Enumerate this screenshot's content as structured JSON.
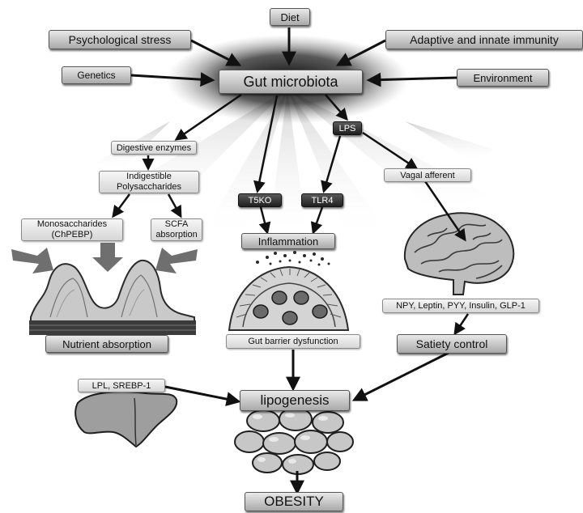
{
  "nodes": {
    "diet": "Diet",
    "psychological_stress": "Psychological stress",
    "adaptive_immunity": "Adaptive and innate immunity",
    "genetics": "Genetics",
    "gut_microbiota": "Gut microbiota",
    "environment": "Environment",
    "lps": "LPS",
    "digestive_enzymes": "Digestive enzymes",
    "indigestible_polysaccharides": "Indigestible Polysaccharides",
    "t5ko": "T5KO",
    "tlr4": "TLR4",
    "vagal_afferent": "Vagal afferent",
    "monosaccharides": "Monosaccharides (ChPEBP)",
    "scfa_absorption": "SCFA absorption",
    "inflammation": "Inflammation",
    "hormones": "NPY, Leptin, PYY, Insulin, GLP-1",
    "nutrient_absorption": "Nutrient absorption",
    "gut_barrier": "Gut barrier dysfunction",
    "satiety_control": "Satiety control",
    "lpl_srebp": "LPL, SREBP-1",
    "lipogenesis": "lipogenesis",
    "obesity": "OBESITY"
  }
}
